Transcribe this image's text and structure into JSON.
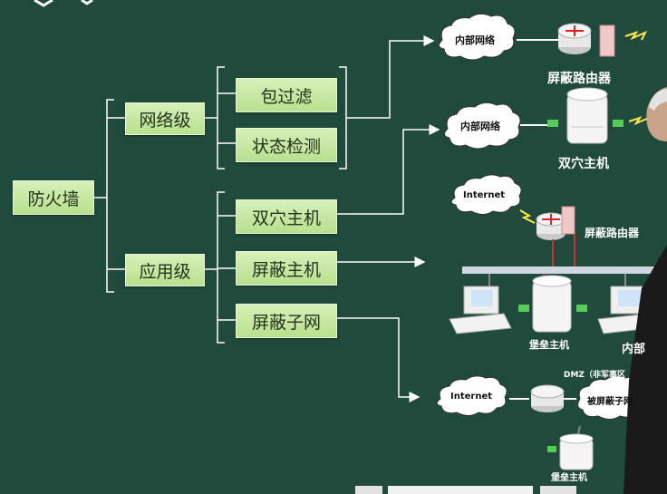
{
  "tree": {
    "root": "防火墙",
    "level1": [
      "网络级",
      "应用级"
    ],
    "network_children": [
      "包过滤",
      "状态检测"
    ],
    "app_children": [
      "双穴主机",
      "屏蔽主机",
      "屏蔽子网"
    ]
  },
  "diagrams": {
    "d1": {
      "cloud": "内部网络",
      "device": "屏蔽路由器"
    },
    "d2": {
      "cloud": "内部网络",
      "device": "双穴主机"
    },
    "d3": {
      "cloud": "Internet",
      "device": "屏蔽路由器",
      "host1": "堡垒主机",
      "host2": "内部"
    },
    "d4": {
      "cloud": "Internet",
      "zone": "DMZ（非军事区",
      "subnet": "被屏蔽子网",
      "host": "堡垒主机"
    }
  },
  "colors": {
    "board": "#1f4a3c",
    "box": "#c6e8a0",
    "lines": "#ffffff"
  }
}
